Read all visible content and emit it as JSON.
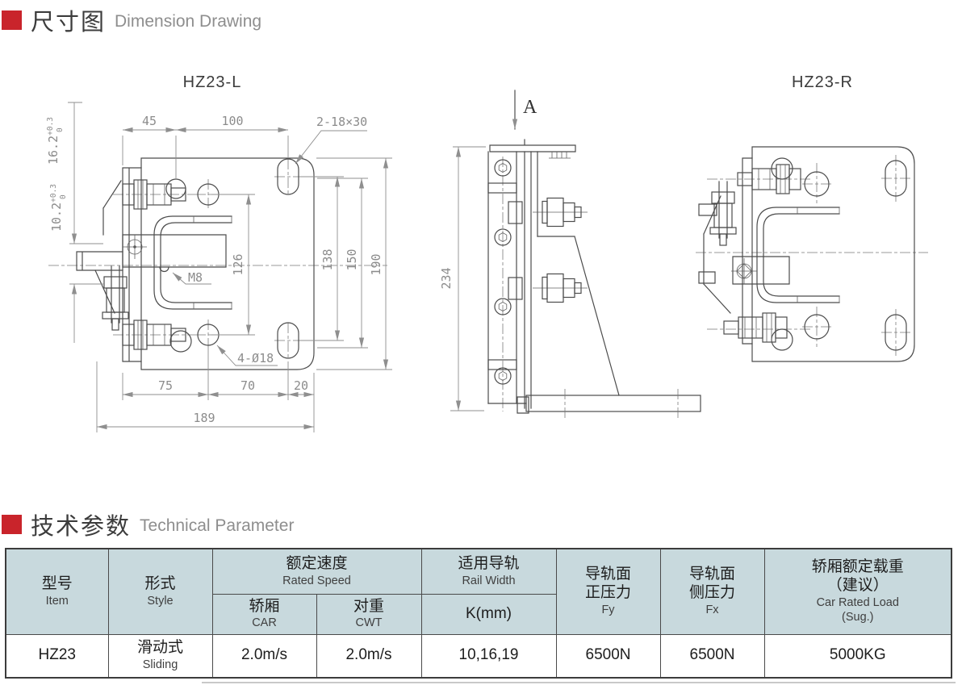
{
  "page": {
    "background": "#ffffff",
    "accent_red": "#c9242b",
    "table_header_bg": "#c8d9dd"
  },
  "sections": {
    "dimension": {
      "zh": "尺寸图",
      "en": "Dimension Drawing"
    },
    "technical": {
      "zh": "技术参数",
      "en": "Technical Parameter"
    }
  },
  "drawings": {
    "left": {
      "title": "HZ23-L",
      "dim_45": "45",
      "dim_100": "100",
      "slot_callout": "2-18×30",
      "tol_16": {
        "val": "16.2",
        "sup": "+0.3",
        "sub": "0"
      },
      "tol_10": {
        "val": "10.2",
        "sup": "+0.3",
        "sub": "0"
      },
      "thread_callout": "M8",
      "dim_126": "126",
      "dim_138": "138",
      "dim_150": "150",
      "dim_190": "190",
      "hole_callout": "4-Ø18",
      "dim_75": "75",
      "dim_70": "70",
      "dim_20": "20",
      "dim_189": "189"
    },
    "middle": {
      "view_label": "A",
      "dim_234": "234"
    },
    "right": {
      "title": "HZ23-R"
    }
  },
  "table": {
    "header": {
      "item_zh": "型号",
      "item_en": "Item",
      "style_zh": "形式",
      "style_en": "Style",
      "speed_zh": "额定速度",
      "speed_en": "Rated Speed",
      "car_zh": "轿厢",
      "car_en": "CAR",
      "cwt_zh": "对重",
      "cwt_en": "CWT",
      "rail_zh": "适用导轨",
      "rail_en": "Rail Width",
      "rail_unit": "K(mm)",
      "fy_zh1": "导轨面",
      "fy_zh2": "正压力",
      "fy_en": "Fy",
      "fx_zh1": "导轨面",
      "fx_zh2": "侧压力",
      "fx_en": "Fx",
      "load_zh1": "轿厢额定载重",
      "load_zh2": "（建议）",
      "load_en1": "Car Rated Load",
      "load_en2": "(Sug.)"
    },
    "row": {
      "item": "HZ23",
      "style_zh": "滑动式",
      "style_en": "Sliding",
      "car_speed": "2.0m/s",
      "cwt_speed": "2.0m/s",
      "rail_width": "10,16,19",
      "fy": "6500N",
      "fx": "6500N",
      "load": "5000KG"
    }
  }
}
